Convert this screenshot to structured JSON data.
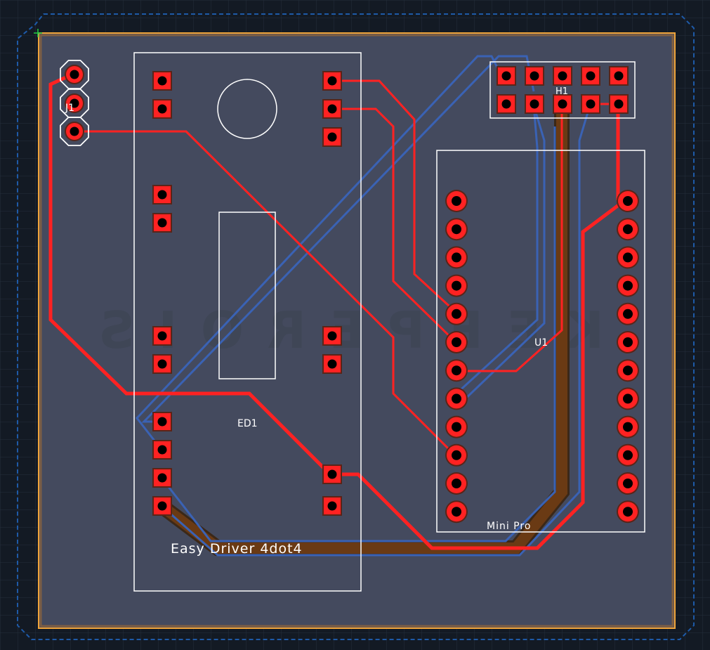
{
  "board": {
    "colors": {
      "background": "#131a24",
      "grid": "#26303c",
      "board_fill": "#444a5e",
      "board_outline": "#f0a43a",
      "keepout": "#1e5aa8",
      "top_copper": "#ff2222",
      "bottom_copper": "#3a5fa8",
      "bottom_pour": "#5a3418",
      "silkscreen": "#ffffff"
    },
    "mirrored_watermark": "KEEPEROIS"
  },
  "components": {
    "j1": {
      "designator": "J1"
    },
    "h1": {
      "designator": "H1"
    },
    "ed1": {
      "designator": "ED1",
      "comment": "Easy Driver 4dot4"
    },
    "u1": {
      "designator": "U1",
      "comment": "Mini Pro"
    }
  }
}
